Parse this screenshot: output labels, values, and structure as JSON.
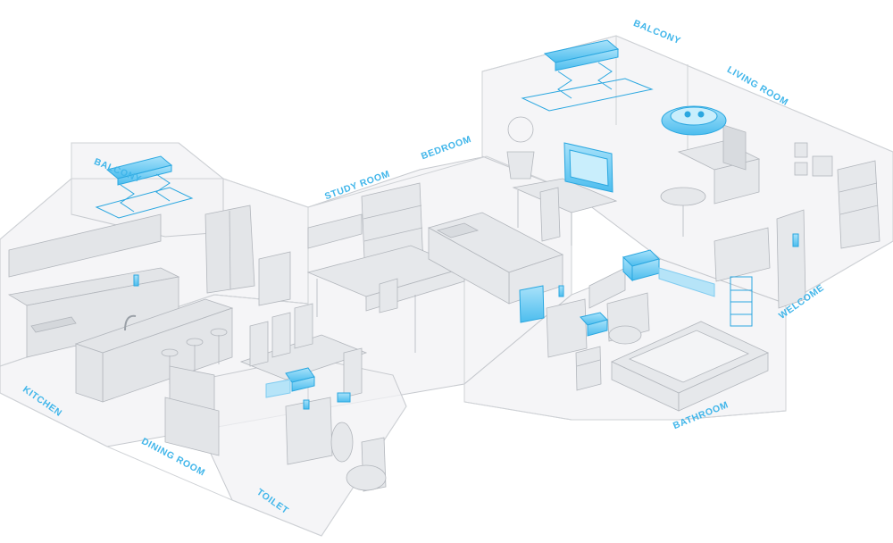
{
  "colors": {
    "wall_fill": "#f0f1f3",
    "wall_stroke": "#c9ccd1",
    "furniture_fill": "#e4e6e9",
    "furniture_stroke": "#b3b7bd",
    "device_fill": "#7fd0f3",
    "device_stroke": "#2aa7e0",
    "label": "#41b6ea"
  },
  "rooms": [
    {
      "id": "balcony-left",
      "label": "BALCONY"
    },
    {
      "id": "balcony-right",
      "label": "BALCONY"
    },
    {
      "id": "living-room",
      "label": "LIVING ROOM"
    },
    {
      "id": "bedroom",
      "label": "BEDROOM"
    },
    {
      "id": "study-room",
      "label": "STUDY ROOM"
    },
    {
      "id": "kitchen",
      "label": "KITCHEN"
    },
    {
      "id": "dining-room",
      "label": "DINING ROOM"
    },
    {
      "id": "toilet",
      "label": "TOILET"
    },
    {
      "id": "bathroom",
      "label": "BATHROOM"
    },
    {
      "id": "welcome",
      "label": "WELCOME"
    }
  ],
  "devices": [
    {
      "id": "clothes-dryer-rack-left",
      "icon": "clothes-airer-icon"
    },
    {
      "id": "clothes-dryer-rack-right",
      "icon": "clothes-airer-icon"
    },
    {
      "id": "ceiling-fan-light",
      "icon": "ceiling-fan-icon"
    },
    {
      "id": "smart-mirror",
      "icon": "smart-mirror-icon"
    },
    {
      "id": "bath-heater-bathroom",
      "icon": "bath-heater-icon"
    },
    {
      "id": "smart-mirror-cabinet",
      "icon": "mirror-cabinet-icon"
    },
    {
      "id": "towel-warmer",
      "icon": "towel-warmer-icon"
    },
    {
      "id": "water-heater",
      "icon": "water-heater-icon"
    },
    {
      "id": "bath-heater-toilet",
      "icon": "bath-heater-icon"
    },
    {
      "id": "smart-lock",
      "icon": "smart-lock-icon"
    },
    {
      "id": "faucet-sensor",
      "icon": "faucet-icon"
    }
  ]
}
